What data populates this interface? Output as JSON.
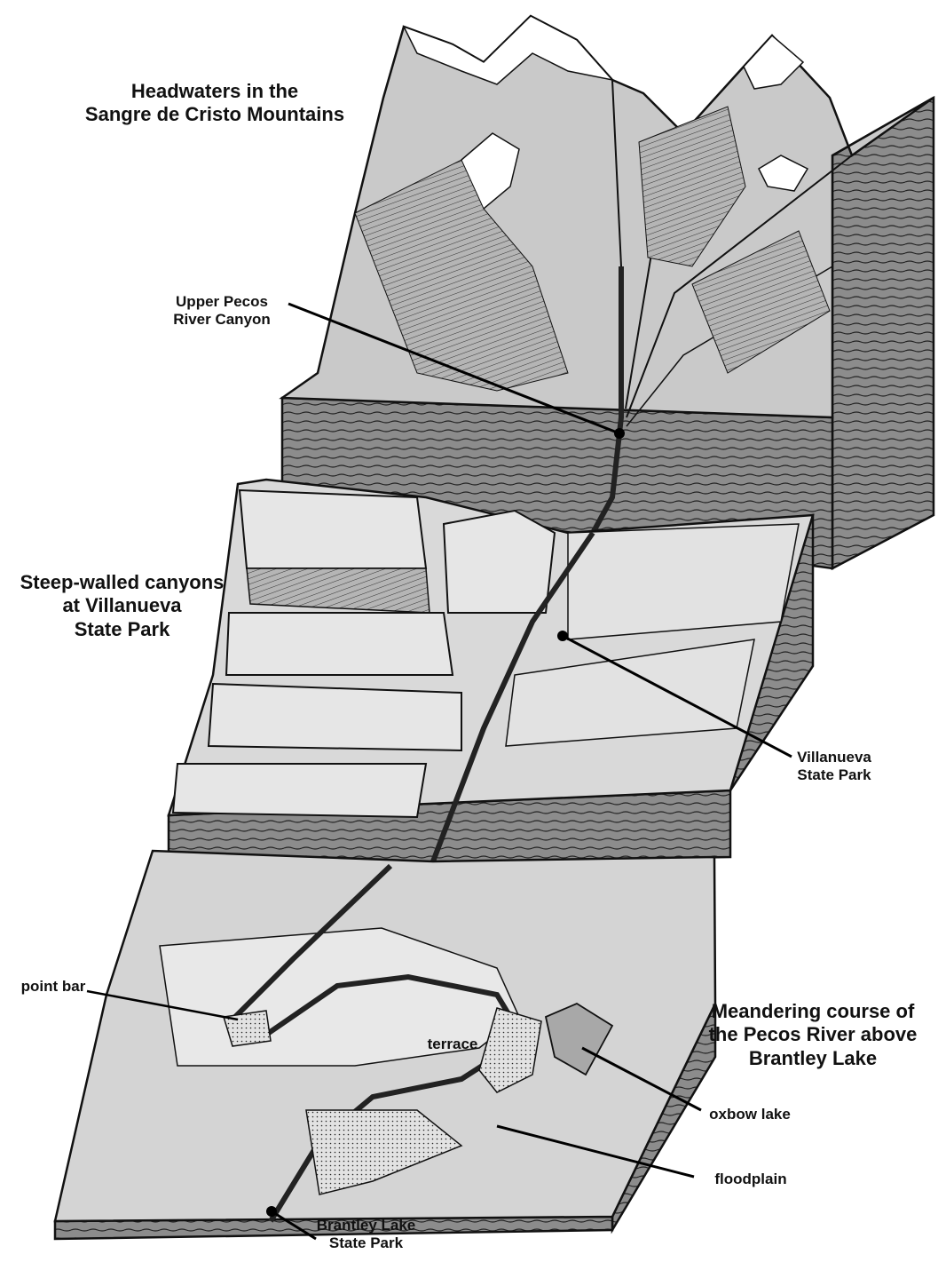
{
  "headings": {
    "headwaters": [
      "Headwaters in the",
      "Sangre de Cristo Mountains"
    ],
    "canyons": [
      "Steep-walled canyons",
      "at Villanueva",
      "State Park"
    ],
    "meandering": [
      "Meandering course of",
      "the Pecos River above",
      "Brantley Lake"
    ]
  },
  "callouts": {
    "upper_pecos": [
      "Upper Pecos",
      "River Canyon"
    ],
    "villanueva": [
      "Villanueva",
      "State Park"
    ],
    "point_bar": "point bar",
    "terrace": "terrace",
    "oxbow_lake": "oxbow lake",
    "floodplain": "floodplain",
    "brantley": [
      "Brantley Lake",
      "State Park"
    ]
  }
}
